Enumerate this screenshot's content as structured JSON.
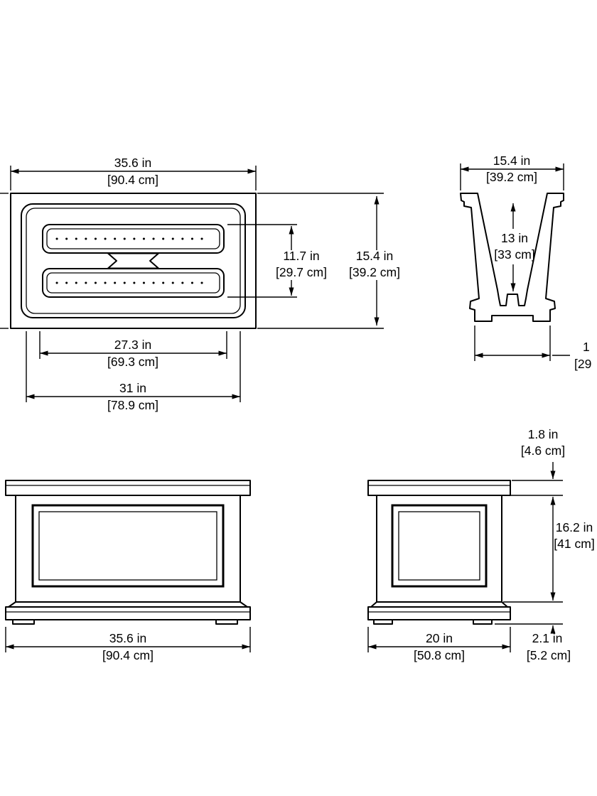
{
  "colors": {
    "ink": "#000000",
    "background": "#ffffff"
  },
  "top_view": {
    "overall_width": {
      "in": "35.6 in",
      "cm": "[90.4 cm]"
    },
    "inner_depth": {
      "in": "11.7 in",
      "cm": "[29.7 cm]"
    },
    "overall_depth": {
      "in": "15.4 in",
      "cm": "[39.2 cm]"
    },
    "tray_width": {
      "in": "27.3 in",
      "cm": "[69.3 cm]"
    },
    "opening_width": {
      "in": "31 in",
      "cm": "[78.9 cm]"
    }
  },
  "section_view": {
    "top_width": {
      "in": "15.4 in",
      "cm": "[39.2 cm]"
    },
    "inner_height": {
      "in": "13 in",
      "cm": "[33 cm]"
    },
    "clipped_base": {
      "in": "1",
      "cm": "[29"
    }
  },
  "front_view": {
    "overall_width": {
      "in": "35.6 in",
      "cm": "[90.4 cm]"
    }
  },
  "side_view": {
    "lip_height": {
      "in": "1.8 in",
      "cm": "[4.6 cm]"
    },
    "body_height": {
      "in": "16.2 in",
      "cm": "[41 cm]"
    },
    "width": {
      "in": "20 in",
      "cm": "[50.8 cm]"
    },
    "base_height": {
      "in": "2.1 in",
      "cm": "[5.2 cm]"
    }
  }
}
